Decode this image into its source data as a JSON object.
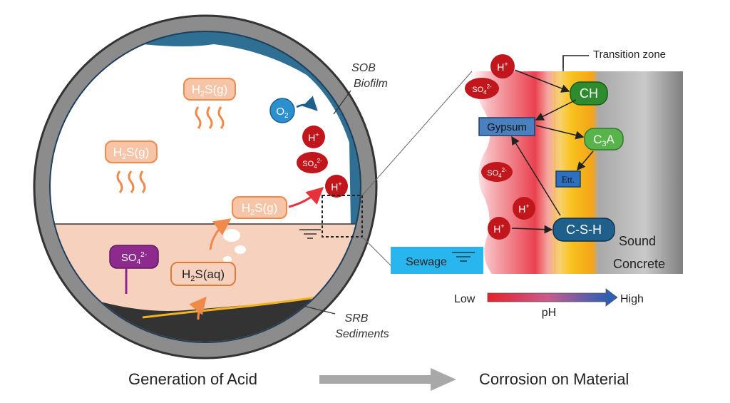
{
  "pipe": {
    "h2s_gas_label": "H2S(g)",
    "h2s_aq_label": "H2S(aq)",
    "o2_label": "O2",
    "h_label": "H+",
    "so4_label": "SO42-",
    "sob_biofilm": [
      "SOB",
      "Biofilm"
    ],
    "srb_sediments": [
      "SRB",
      "Sediments"
    ]
  },
  "zoom": {
    "transition_zone": "Transition zone",
    "ch": "CH",
    "gypsum": "Gypsum",
    "c3a": "C3A",
    "ett": "Ett.",
    "csh": "C-S-H",
    "sound_concrete": [
      "Sound",
      "Concrete"
    ],
    "sewage": "Sewage"
  },
  "ph_scale": {
    "low": "Low",
    "high": "High",
    "label": "pH"
  },
  "footer": {
    "left": "Generation of Acid",
    "right": "Corrosion on Material"
  },
  "colors": {
    "h2s": "#f08a4b",
    "acid": "#c0161c",
    "o2": "#2b8fd0",
    "so4_purple": "#8e2a8e",
    "ch_green": "#2e8b2e",
    "csh_blue": "#1f5f8b",
    "sewage_fill": "#f6d2be"
  }
}
